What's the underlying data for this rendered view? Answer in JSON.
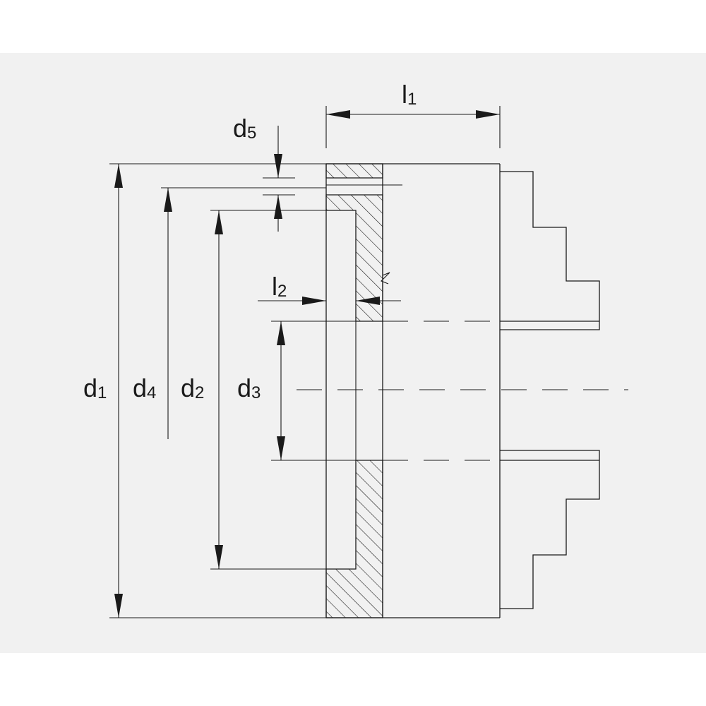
{
  "labels": {
    "d1": {
      "main": "d",
      "sub": "1"
    },
    "d2": {
      "main": "d",
      "sub": "2"
    },
    "d3": {
      "main": "d",
      "sub": "3"
    },
    "d4": {
      "main": "d",
      "sub": "4"
    },
    "d5": {
      "main": "d",
      "sub": "5"
    },
    "l1": {
      "main": "l",
      "sub": "1"
    },
    "l2": {
      "main": "l",
      "sub": "2"
    }
  },
  "colors": {
    "background": "#f1f1f1",
    "line": "#1a1a1a"
  }
}
